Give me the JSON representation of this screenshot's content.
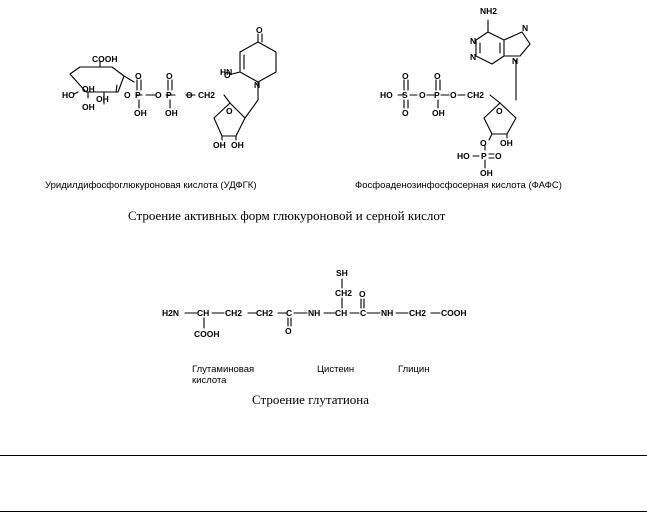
{
  "udpgk": {
    "cooh": "COOH",
    "ho": "HO",
    "oh1": "OH",
    "oh2": "OH",
    "oh3": "OH",
    "o1": "O",
    "p1": "P",
    "o2": "O",
    "o3": "O",
    "p2": "P",
    "o4": "O",
    "o5": "O",
    "ch2": "CH2",
    "p1_top_o": "O",
    "p1_oh": "OH",
    "p2_top_o": "O",
    "p2_oh": "OH",
    "hn": "HN",
    "o_top": "O",
    "o_bottom": "O",
    "n": "N",
    "ribose_o": "O",
    "rib_oh1": "OH",
    "rib_oh2": "OH",
    "name": "Уридилдифосфоглюкуроновая кислота (УДФГК)"
  },
  "fafs": {
    "nh2": "NH2",
    "n1": "N",
    "n3": "N",
    "n7": "N",
    "n9": "N",
    "ho": "HO",
    "s": "S",
    "o1": "O",
    "p": "P",
    "o2": "O",
    "ch2": "CH2",
    "s_top_o": "O",
    "s_bot_o": "O",
    "p_top_o": "O",
    "p_oh": "OH",
    "ribose_o": "O",
    "o3": "O",
    "oh": "OH",
    "ho2": "HO",
    "p2": "P",
    "p2_o": "O",
    "p2_oh": "OH",
    "name": "Фосфоаденозинфосфосерная кислота (ФАФС)"
  },
  "caption_top": "Строение активных форм глюкуроновой и серной кислот",
  "glutathione": {
    "sh": "SH",
    "ch2_top": "CH2",
    "o_top": "O",
    "h2n": "H2N",
    "ch1": "CH",
    "ch2a": "CH2",
    "ch2b": "CH2",
    "c1": "C",
    "nh1": "NH",
    "ch3": "CH",
    "c2": "C",
    "nh2": "NH",
    "ch2c": "CH2",
    "cooh_right": "COOH",
    "cooh_bottom": "COOH",
    "o_bottom": "O",
    "label_glu_1": "Глутаминовая",
    "label_glu_2": "кислота",
    "label_cys": "Цистеин",
    "label_gly": "Глицин"
  },
  "caption_bottom": "Строение глутатиона"
}
